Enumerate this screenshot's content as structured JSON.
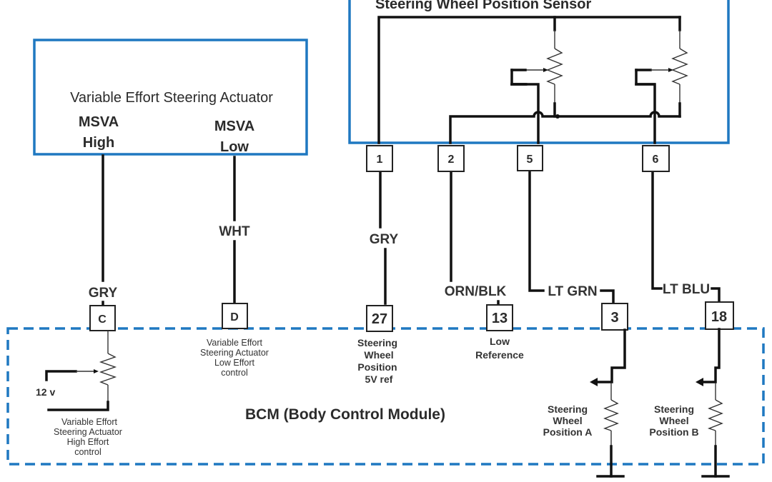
{
  "diagram": {
    "sensor_title": "Steering Wheel Position Sensor",
    "actuator_title": "Variable Effort Steering Actuator",
    "actuator_terminals": [
      {
        "line1": "MSVA",
        "line2": "High"
      },
      {
        "line1": "MSVA",
        "line2": "Low"
      }
    ],
    "bcm_title": "BCM (Body Control Module)",
    "sensor_pins": [
      "1",
      "2",
      "5",
      "6"
    ],
    "bcm_pins": [
      "C",
      "D",
      "27",
      "13",
      "3",
      "18"
    ],
    "wire_colors": {
      "msva_high": "GRY",
      "msva_low": "WHT",
      "pin1": "GRY",
      "pin2": "ORN/BLK",
      "pin5": "LT GRN",
      "pin6": "LT BLU"
    },
    "bcm_labels": {
      "c": [
        "Variable Effort",
        "Steering Actuator",
        "High  Effort",
        "control"
      ],
      "d": [
        "Variable Effort",
        "Steering Actuator",
        "Low Effort",
        "control"
      ],
      "p27": [
        "Steering",
        "Wheel",
        "Position",
        "5V ref"
      ],
      "p13": [
        "Low",
        "Reference"
      ],
      "p3": [
        "Steering",
        "Wheel",
        "Position A"
      ],
      "p18": [
        "Steering",
        "Wheel",
        "Position B"
      ],
      "voltage": "12 v"
    },
    "colors": {
      "module_border": "#1f78c1",
      "wire": "#111111",
      "text": "#2b2b2b"
    }
  }
}
